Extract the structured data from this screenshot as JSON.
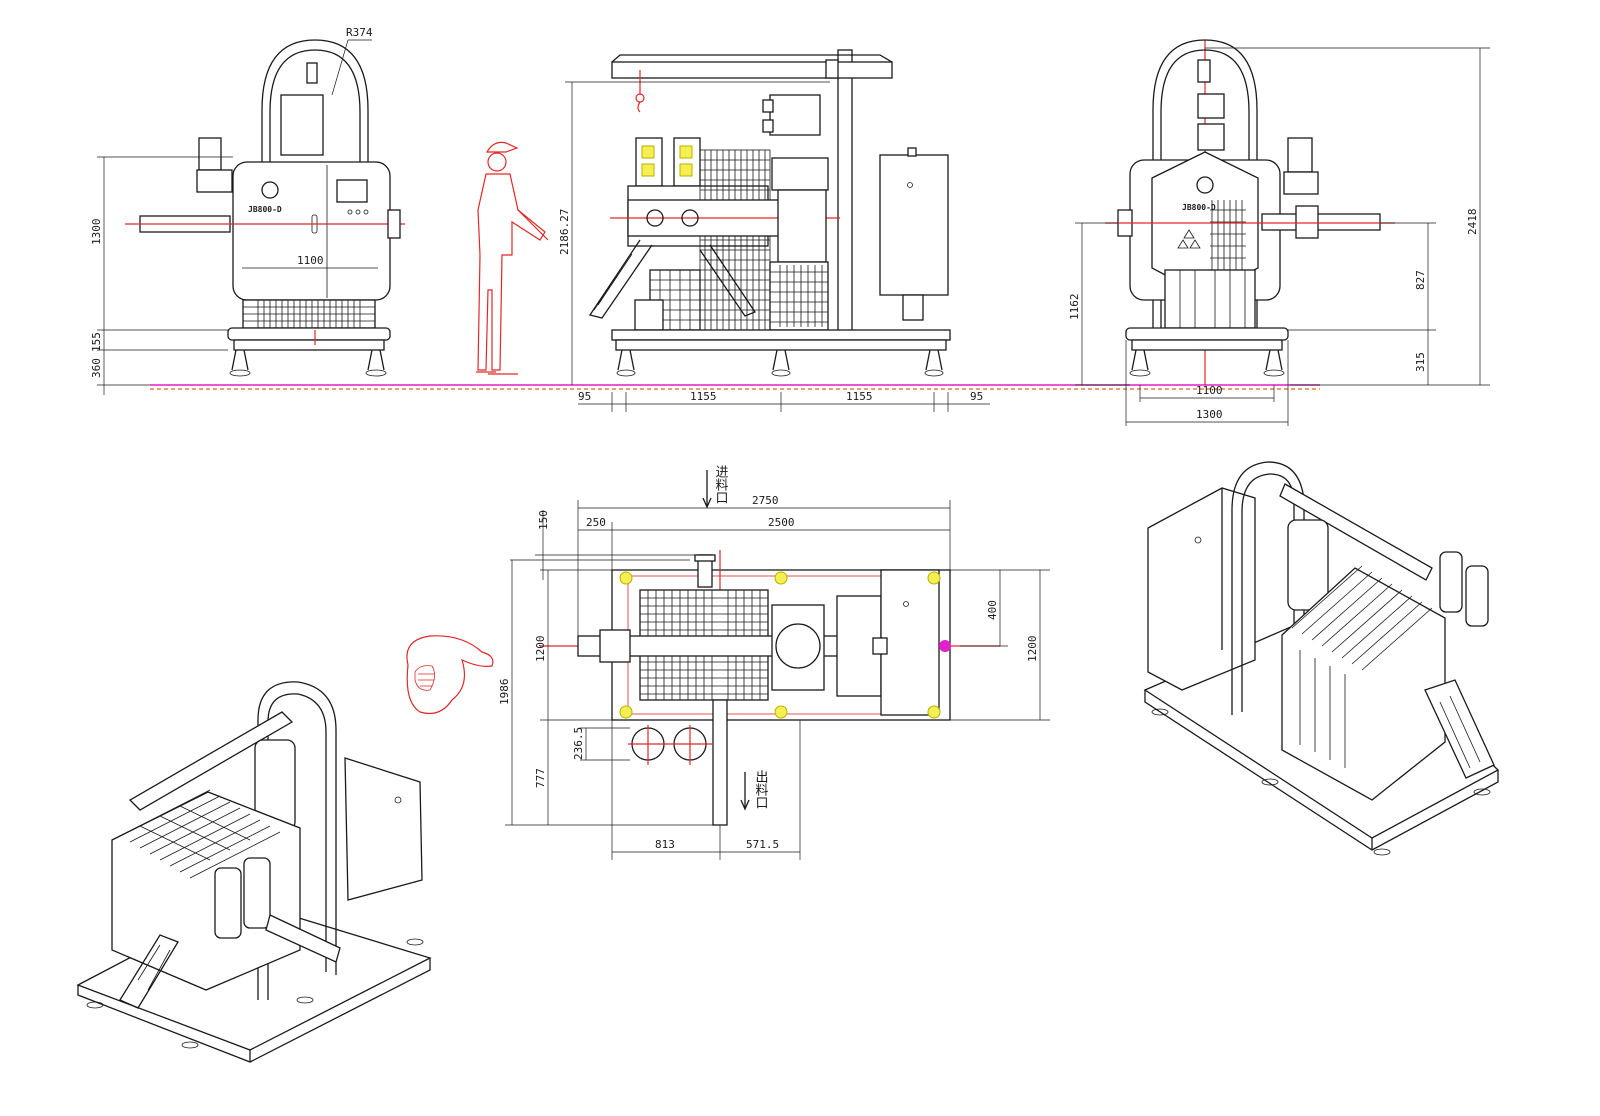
{
  "drawing": {
    "colors": {
      "line": "#1a1a1a",
      "centerline": "#e02828",
      "ground": "#e020c8",
      "highlight": "#f6ef52"
    },
    "model_label": "JB800-D",
    "views": {
      "left_side": {
        "radius": "R374",
        "width": "1100",
        "height": "1300",
        "base_a": "155",
        "base_b": "360"
      },
      "front": {
        "height": "2186.27",
        "spacing": [
          "95",
          "1155",
          "1155",
          "95"
        ]
      },
      "right_side": {
        "overall_height": "2418",
        "shaft_height": "1162",
        "upper": "827",
        "lower": "315",
        "base_inner": "1100",
        "base_outer": "1300"
      },
      "plan": {
        "feed_label": "进料口",
        "discharge_label": "出料口",
        "overall_length": "2750",
        "inner_length": "2500",
        "left_offset": "250",
        "top_offset": "150",
        "width": "1200",
        "total_depth": "1986",
        "right_a": "400",
        "right_b": "1200",
        "lower_a": "236.5",
        "lower_b": "777",
        "bottom_a": "813",
        "bottom_b": "571.5"
      }
    }
  }
}
